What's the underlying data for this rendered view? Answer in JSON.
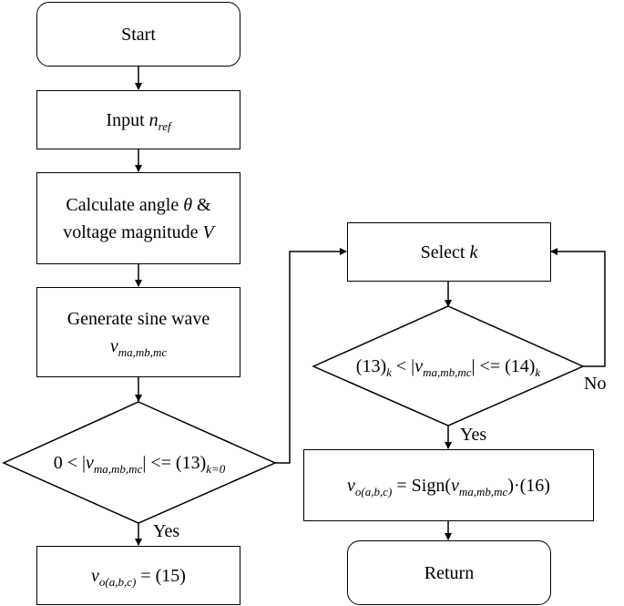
{
  "nodes": {
    "start": {
      "label": "Start"
    },
    "input": {
      "label": "Input ",
      "var": "n",
      "sub": "ref"
    },
    "calc": {
      "line1": "Calculate angle ",
      "theta": "θ",
      "amp": " &",
      "line2": "voltage magnitude ",
      "V": "V"
    },
    "generate": {
      "line1": "Generate sine wave",
      "var": "v",
      "sub": "ma,mb,mc"
    },
    "decision1": {
      "pre": "0 < |",
      "var": "v",
      "sub": "ma,mb,mc",
      "post": "| <= (13)",
      "post_sub": "k=0"
    },
    "output15": {
      "var": "v",
      "sub": "o(a,b,c)",
      "post": " = (15)"
    },
    "selectk": {
      "pre": "Select ",
      "var": "k"
    },
    "decision2": {
      "pre": "(13)",
      "pre_sub": "k",
      "mid": " < |",
      "var": "v",
      "sub": "ma,mb,mc",
      "post": "| <= (14)",
      "post_sub": "k"
    },
    "output16": {
      "var": "v",
      "sub": "o(a,b,c)",
      "mid": " = Sign(",
      "var2": "v",
      "sub2": "ma,mb,mc",
      "post": ")·(16)"
    },
    "return": {
      "label": "Return"
    }
  },
  "edges": {
    "yes1": "Yes",
    "yes2": "Yes",
    "no": "No"
  }
}
